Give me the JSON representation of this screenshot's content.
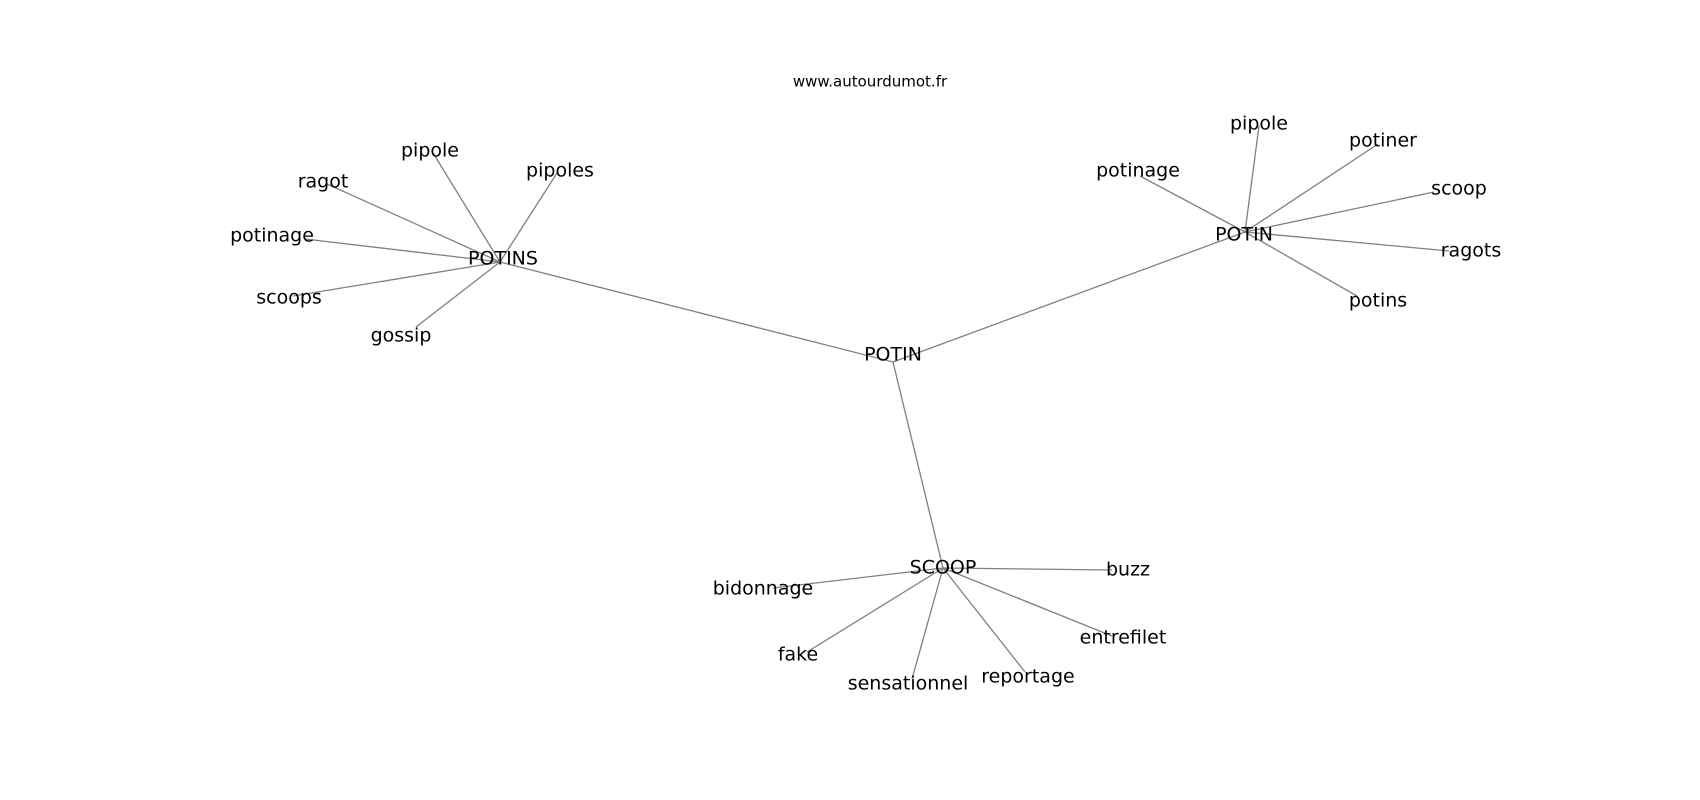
{
  "watermark": "www.autourdumot.fr",
  "colors": {
    "edge": "#808080",
    "text": "#000000",
    "background": "#ffffff"
  },
  "graph": {
    "center": "POTIN",
    "clusters": [
      {
        "hub": "POTINS",
        "leaves": [
          "pipole",
          "ragot",
          "pipoles",
          "potinage",
          "scoops",
          "gossip"
        ]
      },
      {
        "hub": "POTIN",
        "leaves": [
          "pipole",
          "potiner",
          "potinage",
          "scoop",
          "ragots",
          "potins"
        ]
      },
      {
        "hub": "SCOOP",
        "leaves": [
          "bidonnage",
          "buzz",
          "entrefilet",
          "fake",
          "reportage",
          "sensationnel"
        ]
      }
    ]
  }
}
